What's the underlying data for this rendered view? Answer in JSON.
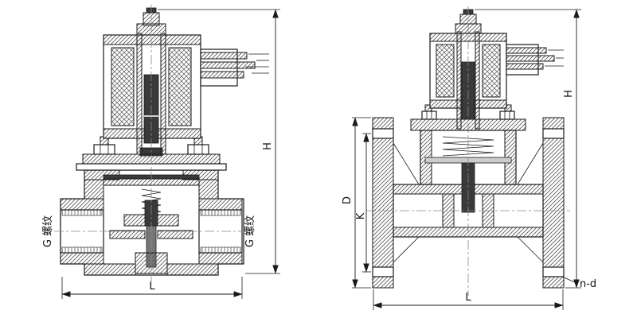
{
  "drawing": {
    "title": "solenoid valve sectional drawings",
    "left_valve": {
      "type": "threaded-connection solenoid valve cross-section",
      "labels": {
        "port_left": "G 螺纹",
        "port_right": "G 螺纹",
        "height": "H",
        "length": "L"
      }
    },
    "right_valve": {
      "type": "flanged-connection solenoid valve cross-section",
      "labels": {
        "flange_od": "D",
        "bolt_circle": "K",
        "height": "H",
        "length": "L",
        "bolt_holes": "n-d"
      }
    },
    "line_color": "#1a1a1a",
    "background": "#ffffff"
  }
}
